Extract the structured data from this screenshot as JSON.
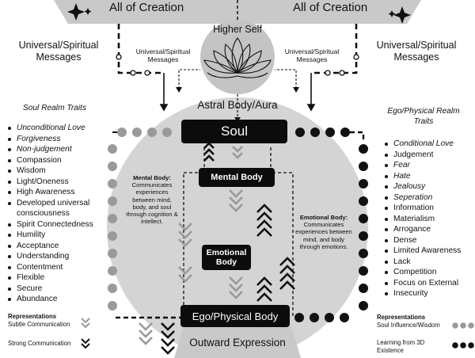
{
  "creation": {
    "left_label": "All of Creation",
    "right_label": "All of Creation"
  },
  "higher_self": {
    "label": "Higher Self"
  },
  "messages": {
    "left_large": "Universal/Spiritual Messages",
    "right_large": "Universal/Spiritual Messages",
    "left_small": "Universal/Spiritual Messages",
    "right_small": "Universal/Spiritual Messages"
  },
  "astral": {
    "label": "Astral Body/Aura"
  },
  "soul": {
    "label": "Soul"
  },
  "mental_body": {
    "label": "Mental Body",
    "desc_title": "Mental Body:",
    "desc_text": "Communicates experiences between mind, body, and soul through cognition & intellect."
  },
  "emotional_body": {
    "label": "Emotional Body",
    "desc_title": "Emotional Body:",
    "desc_text": "Communicates experiences between mind, and body through emotions."
  },
  "ego_body": {
    "label": "Ego/Physical Body"
  },
  "outward": {
    "label": "Outward Expression"
  },
  "soul_traits": {
    "heading": "Soul Realm Traits",
    "items": [
      {
        "text": "Unconditional Love",
        "italic": true
      },
      {
        "text": "Forgiveness",
        "italic": true
      },
      {
        "text": "Non-judgement",
        "italic": true
      },
      {
        "text": "Compassion",
        "italic": false
      },
      {
        "text": "Wisdom",
        "italic": false
      },
      {
        "text": "Light/Oneness",
        "italic": false
      },
      {
        "text": "High Awareness",
        "italic": false
      },
      {
        "text": "Developed universal consciousness",
        "italic": false
      },
      {
        "text": "Spirit Connectedness",
        "italic": false
      },
      {
        "text": "Humility",
        "italic": false
      },
      {
        "text": "Acceptance",
        "italic": false
      },
      {
        "text": "Understanding",
        "italic": false
      },
      {
        "text": "Contentment",
        "italic": false
      },
      {
        "text": "Flexible",
        "italic": false
      },
      {
        "text": "Secure",
        "italic": false
      },
      {
        "text": "Abundance",
        "italic": false
      }
    ]
  },
  "ego_traits": {
    "heading": "Ego/Physical Realm Traits",
    "items": [
      {
        "text": "Conditional Love",
        "italic": true
      },
      {
        "text": "Judgement",
        "italic": false
      },
      {
        "text": "Fear",
        "italic": true
      },
      {
        "text": "Hate",
        "italic": true
      },
      {
        "text": "Jealousy",
        "italic": true
      },
      {
        "text": "Seperation",
        "italic": true
      },
      {
        "text": "Information",
        "italic": false
      },
      {
        "text": "Materialism",
        "italic": false
      },
      {
        "text": "Arrogance",
        "italic": false
      },
      {
        "text": "Dense",
        "italic": false
      },
      {
        "text": "Limited Awareness",
        "italic": false
      },
      {
        "text": "Lack",
        "italic": false
      },
      {
        "text": "Competition",
        "italic": false
      },
      {
        "text": "Focus on External",
        "italic": false
      },
      {
        "text": "Insecurity",
        "italic": false
      }
    ]
  },
  "legend_left": {
    "title": "Representations",
    "subtle": "Subtle Communication",
    "strong": "Strong Communication"
  },
  "legend_right": {
    "title": "Representations",
    "soul_influence": "Soul Influence/Wisdom",
    "learning": "Learning from 3D Existence"
  },
  "colors": {
    "dark": "#0c0c0c",
    "light_gray": "#c9c9c9",
    "mid_gray": "#9a9a9a",
    "aura": "#d4d4d4"
  }
}
